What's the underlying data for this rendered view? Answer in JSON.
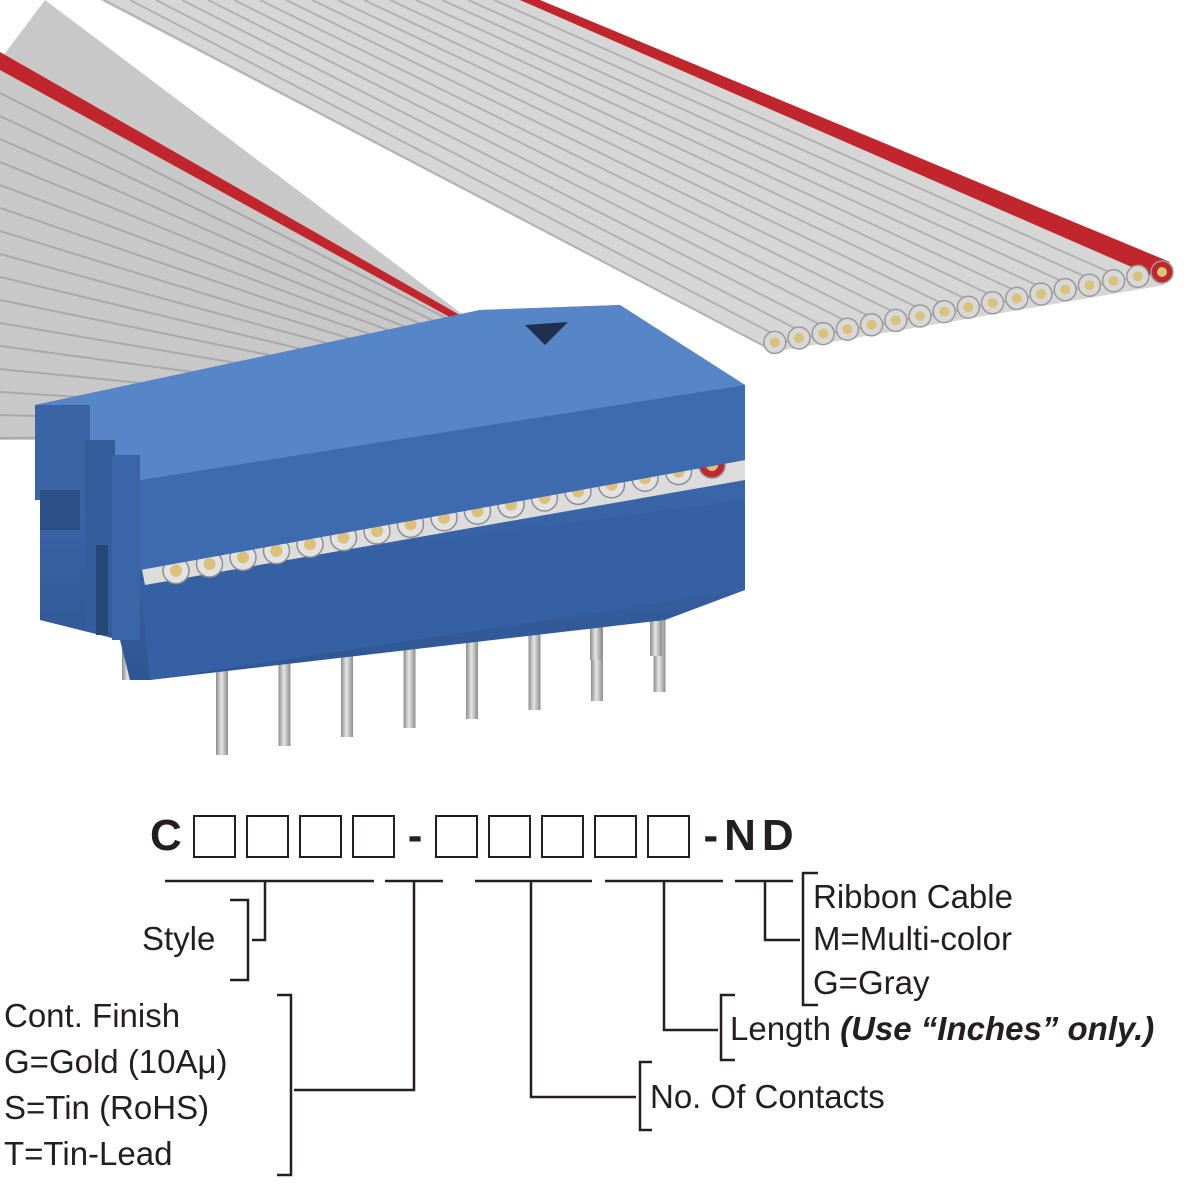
{
  "part_number": {
    "prefix": "C",
    "separator": "-",
    "suffix": "-ND",
    "group1_boxes": 4,
    "group2_boxes": 5
  },
  "labels": {
    "style": "Style",
    "finish_title": "Cont. Finish",
    "finish_gold": "G=Gold (10Aμ)",
    "finish_tin": "S=Tin (RoHS)",
    "finish_tinlead": "T=Tin-Lead",
    "contacts": "No. Of Contacts",
    "length": "Length",
    "length_note": "(Use “Inches” only.)",
    "cable_title": "Ribbon Cable",
    "cable_multi": "M=Multi-color",
    "cable_gray": "G=Gray"
  },
  "colors": {
    "connector_blue": "#3b66a8",
    "cable_gray": "#c9c9c9",
    "stripe_red": "#c0262c",
    "text": "#231f20"
  }
}
